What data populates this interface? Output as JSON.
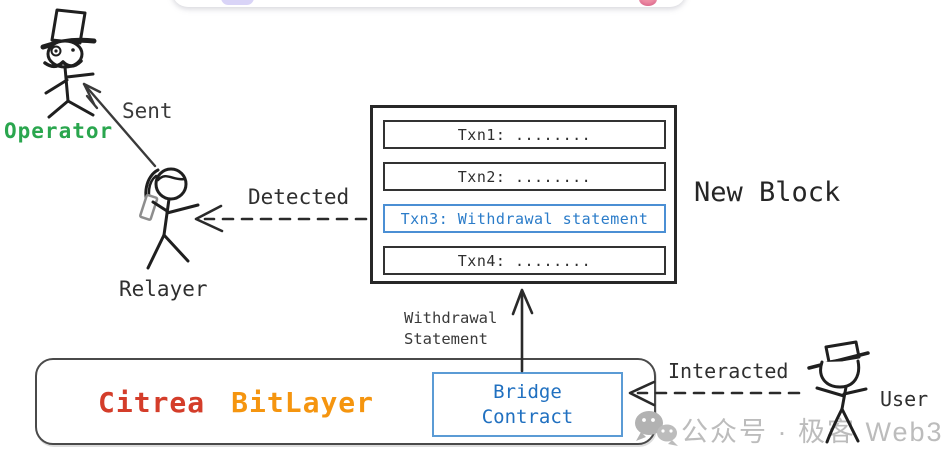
{
  "scene": {
    "actors": {
      "operator": {
        "label": "Operator"
      },
      "relayer": {
        "label": "Relayer"
      },
      "user": {
        "label": "User"
      }
    },
    "arrows": {
      "sent": "Sent",
      "detected": "Detected",
      "interacted": "Interacted",
      "withdrawal": "Withdrawal\nStatement"
    },
    "block": {
      "title": "New Block",
      "transactions": [
        {
          "label": "Txn1: ........"
        },
        {
          "label": "Txn2: ........"
        },
        {
          "label": "Txn3: Withdrawal statement",
          "highlighted": true
        },
        {
          "label": "Txn4: ........"
        }
      ]
    },
    "layer2": {
      "name_primary": "Citrea",
      "name_secondary": "BitLayer",
      "bridge_contract": "Bridge\nContract"
    },
    "watermark": {
      "text": "公众号 · 极客 Web3"
    }
  },
  "colors": {
    "operator_green": "#2aa64e",
    "citrea_red": "#d43d2a",
    "bitlayer_orange": "#f5950f",
    "highlight_blue": "#2b7cc9",
    "ink": "#2b2b2b",
    "watermark_gray": "#bcbcbc",
    "toolbar_pill_lavender": "#d9d4f7",
    "toolbar_dot_pink": "#ee8fa6"
  }
}
